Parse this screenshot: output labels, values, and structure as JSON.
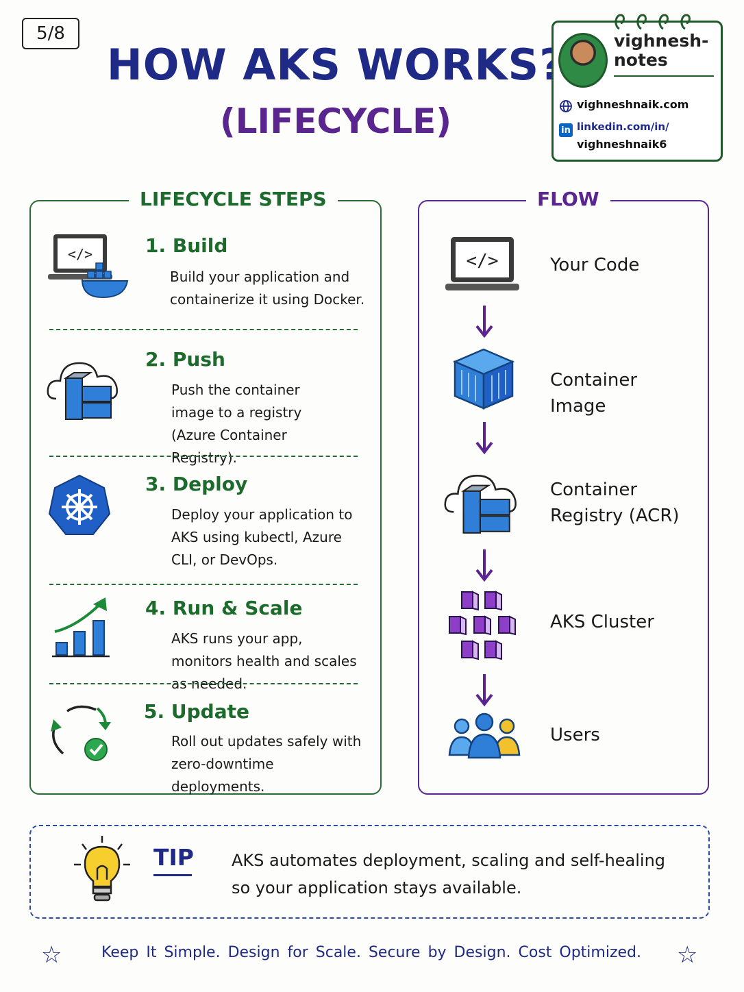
{
  "page": {
    "counter": "5/8"
  },
  "header": {
    "title": "HOW AKS WORKS?",
    "subtitle": "(LIFECYCLE)"
  },
  "profile": {
    "brand_line1": "vighnesh-",
    "brand_line2": "notes",
    "website": "vighneshnaik.com",
    "linkedin_line1": "linkedin.com/in/",
    "linkedin_line2": "vighneshnaik6",
    "linkedin_badge": "in"
  },
  "steps": {
    "heading": "LIFECYCLE STEPS",
    "items": [
      {
        "title": "1. Build",
        "desc": "Build your application and containerize it using Docker.",
        "icon": "laptop-docker-icon"
      },
      {
        "title": "2. Push",
        "desc": "Push the container image to a registry (Azure Container Registry).",
        "icon": "cloud-registry-icon"
      },
      {
        "title": "3. Deploy",
        "desc": "Deploy your application to AKS using kubectl, Azure CLI, or DevOps.",
        "icon": "kubernetes-icon"
      },
      {
        "title": "4. Run & Scale",
        "desc": "AKS runs your app, monitors health and scales as needed.",
        "icon": "growth-chart-icon"
      },
      {
        "title": "5. Update",
        "desc": "Roll out updates safely with zero-downtime deployments.",
        "icon": "update-cycle-icon"
      }
    ]
  },
  "flow": {
    "heading": "FLOW",
    "items": [
      {
        "label": "Your Code",
        "icon": "laptop-code-icon"
      },
      {
        "label": "Container Image",
        "icon": "container-cube-icon"
      },
      {
        "label": "Container Registry (ACR)",
        "icon": "cloud-registry-icon"
      },
      {
        "label": "AKS Cluster",
        "icon": "aks-cluster-icon"
      },
      {
        "label": "Users",
        "icon": "users-icon"
      }
    ]
  },
  "tip": {
    "label": "TIP",
    "text": "AKS automates deployment, scaling and self-healing so your application stays available."
  },
  "footer": {
    "tagline": "Keep It Simple.  Design for Scale.  Secure by Design.  Cost Optimized."
  },
  "colors": {
    "navy": "#1e2a86",
    "purple": "#5b2590",
    "green": "#1d6b2c",
    "blue": "#2f7fd8"
  }
}
